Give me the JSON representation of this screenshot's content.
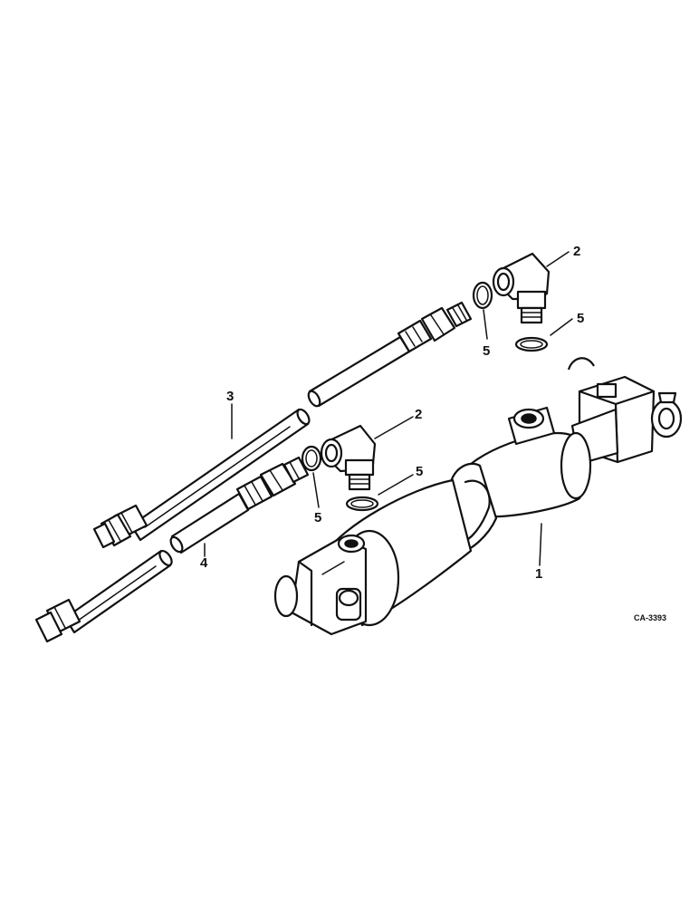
{
  "diagram": {
    "callouts": {
      "cylinder": "1",
      "elbow_upper": "2",
      "elbow_lower": "2",
      "hose_long": "3",
      "hose_short": "4",
      "oring_upper_a": "5",
      "oring_upper_b": "5",
      "oring_lower_a": "5",
      "oring_lower_b": "5"
    },
    "figure_code": "CA-3393"
  }
}
